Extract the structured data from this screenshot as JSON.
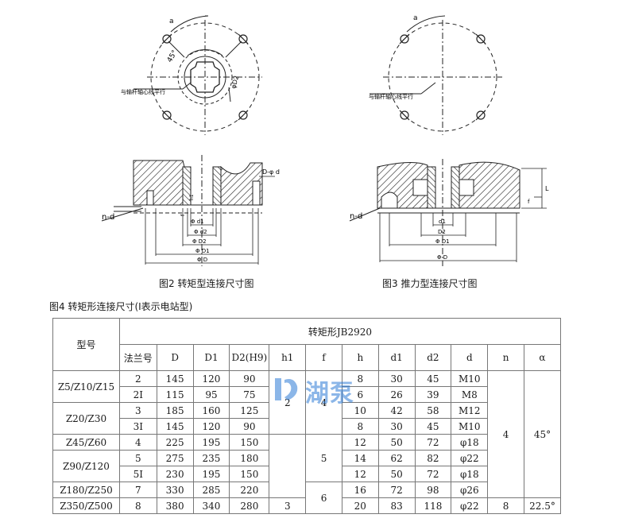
{
  "figures": {
    "fig2_caption": "图2 转矩型连接尺寸图",
    "fig3_caption": "图3 推力型连接尺寸图",
    "fig2_labels": {
      "angle": "a",
      "angle45": "45°",
      "parallel_note": "与输杆轴心线平行",
      "d2_circle": "φD2",
      "nd": "n-d",
      "dd": "D-φ d",
      "d1": "Φ d1",
      "d2": "Φ d2",
      "D2": "Φ D2",
      "D1": "Φ D1",
      "D": "Φ D",
      "f": "f",
      "h1": "h1"
    },
    "fig3_labels": {
      "angle": "a",
      "parallel_note": "与输杆轴心线平行",
      "nd": "n-d",
      "d1": "d1",
      "D2": "D2",
      "D1": "Φ D1",
      "D": "Φ D",
      "L": "L",
      "f": "f"
    }
  },
  "table": {
    "title": "图4 转矩形连接尺寸(I表示电站型)",
    "model_header": "型号",
    "group_header": "转矩形JB2920",
    "columns": [
      "法兰号",
      "D",
      "D1",
      "D2(H9)",
      "h1",
      "f",
      "h",
      "d1",
      "d2",
      "d",
      "n",
      "α"
    ],
    "rows": [
      {
        "model": "Z5/Z10/Z15",
        "flange": "2",
        "D": "145",
        "D1": "120",
        "D2": "90",
        "h": "8",
        "d1": "30",
        "d2": "45",
        "d": "M10"
      },
      {
        "model": "",
        "flange": "2I",
        "D": "115",
        "D1": "95",
        "D2": "75",
        "h": "6",
        "d1": "26",
        "d2": "39",
        "d": "M8"
      },
      {
        "model": "Z20/Z30",
        "flange": "3",
        "D": "185",
        "D1": "160",
        "D2": "125",
        "h": "10",
        "d1": "42",
        "d2": "58",
        "d": "M12"
      },
      {
        "model": "",
        "flange": "3I",
        "D": "145",
        "D1": "120",
        "D2": "90",
        "h": "8",
        "d1": "30",
        "d2": "45",
        "d": "M10"
      },
      {
        "model": "Z45/Z60",
        "flange": "4",
        "D": "225",
        "D1": "195",
        "D2": "150",
        "h": "12",
        "d1": "50",
        "d2": "72",
        "d": "φ18"
      },
      {
        "model": "Z90/Z120",
        "flange": "5",
        "D": "275",
        "D1": "235",
        "D2": "180",
        "h": "14",
        "d1": "62",
        "d2": "82",
        "d": "φ22"
      },
      {
        "model": "",
        "flange": "5I",
        "D": "230",
        "D1": "195",
        "D2": "150",
        "h": "12",
        "d1": "50",
        "d2": "72",
        "d": "φ18"
      },
      {
        "model": "Z180/Z250",
        "flange": "7",
        "D": "330",
        "D1": "285",
        "D2": "220",
        "h": "16",
        "d1": "72",
        "d2": "98",
        "d": "φ26"
      },
      {
        "model": "Z350/Z500",
        "flange": "8",
        "D": "380",
        "D1": "340",
        "D2": "280",
        "h": "20",
        "d1": "83",
        "d2": "118",
        "d": "φ22"
      }
    ],
    "merged": {
      "h1_a": "2",
      "h1_b": "3",
      "f_a": "4",
      "f_b": "5",
      "f_c": "6",
      "n_a": "4",
      "n_b": "8",
      "alpha_a": "45°",
      "alpha_b": "22.5°"
    }
  },
  "watermark": {
    "text": "湖泵",
    "color": "#2e7cd6"
  }
}
